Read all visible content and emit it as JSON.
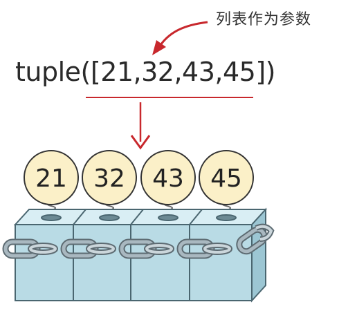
{
  "annotation": {
    "caption": "列表作为参数"
  },
  "code": {
    "expression": "tuple([21,32,43,45])"
  },
  "tuple_items": [
    "21",
    "32",
    "43",
    "45"
  ],
  "colors": {
    "accent_red": "#c8282d",
    "ball_fill": "#fbf0c8",
    "box_front": "#b9dbe5",
    "box_top": "#d9eef4",
    "box_side": "#9cc6d3",
    "chain": "#8a9aa3"
  }
}
